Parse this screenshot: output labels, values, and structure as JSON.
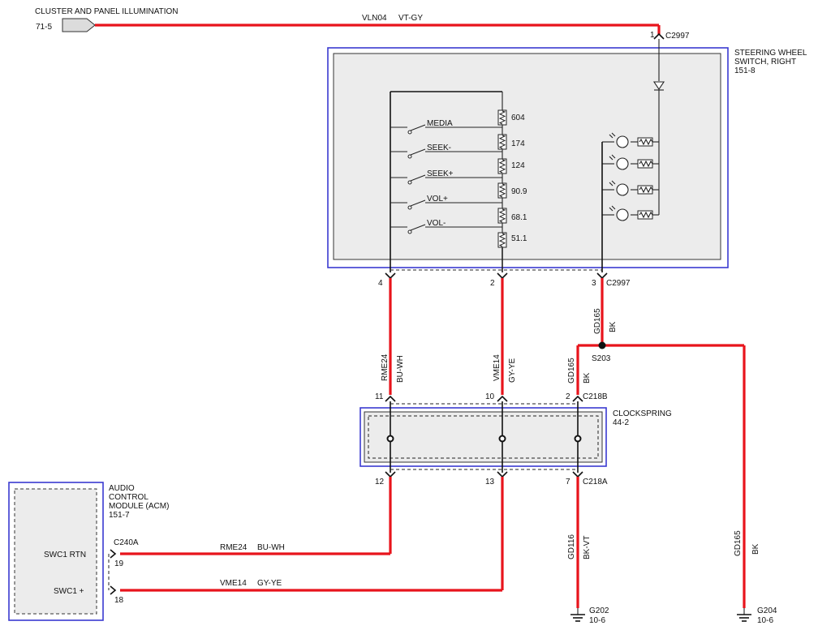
{
  "top_connector": {
    "title": "CLUSTER AND PANEL ILLUMINATION",
    "ref": "71-5",
    "circuit": "VLN04",
    "color": "VT-GY"
  },
  "switch": {
    "name_line1": "STEERING WHEEL",
    "name_line2": "SWITCH, RIGHT",
    "ref": "151-8",
    "top_pin": "1",
    "top_conn": "C2997",
    "buttons": [
      {
        "label": "MEDIA",
        "resistor": "604"
      },
      {
        "label": "SEEK-",
        "resistor": "174"
      },
      {
        "label": "SEEK+",
        "resistor": "124"
      },
      {
        "label": "VOL+",
        "resistor": "90.9"
      },
      {
        "label": "VOL-",
        "resistor": "68.1"
      },
      {
        "label": "",
        "resistor": "51.1"
      }
    ],
    "pins": [
      "4",
      "2",
      "3"
    ],
    "pin_conn": "C2997"
  },
  "splice": {
    "name": "S203",
    "circuit": "GD165",
    "color": "BK"
  },
  "mid_wires": [
    {
      "circuit": "RME24",
      "color": "BU-WH"
    },
    {
      "circuit": "VME14",
      "color": "GY-YE"
    },
    {
      "circuit": "GD165",
      "color": "BK"
    }
  ],
  "clockspring": {
    "name": "CLOCKSPRING",
    "ref": "44-2",
    "top_pins": [
      "11",
      "10",
      "2"
    ],
    "top_conn": "C218B",
    "bottom_pins": [
      "12",
      "13",
      "7"
    ],
    "bottom_conn": "C218A"
  },
  "acm": {
    "line1": "AUDIO",
    "line2": "CONTROL",
    "line3": "MODULE (ACM)",
    "ref": "151-7",
    "connector": "C240A",
    "pins": [
      {
        "label": "SWC1 RTN",
        "pin": "19",
        "circuit": "RME24",
        "color": "BU-WH"
      },
      {
        "label": "SWC1 +",
        "pin": "18",
        "circuit": "VME14",
        "color": "GY-YE"
      }
    ]
  },
  "grounds": [
    {
      "circuit": "GD116",
      "color": "BK-VT",
      "name": "G202",
      "ref": "10-6"
    },
    {
      "circuit": "GD165",
      "color": "BK",
      "name": "G204",
      "ref": "10-6"
    }
  ]
}
